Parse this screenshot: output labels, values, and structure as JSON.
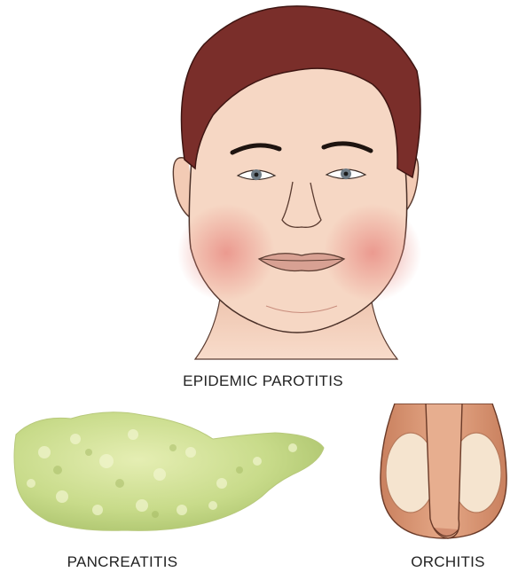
{
  "labels": {
    "parotitis": "EPIDEMIC PAROTITIS",
    "pancreatitis": "PANCREATITIS",
    "orchitis": "ORCHITIS"
  },
  "colors": {
    "background": "#ffffff",
    "skin": "#f6d7c4",
    "hair": "#7a2e2a",
    "swelling": "#e98f86",
    "pancreas": "#c8db8a",
    "orchitis_skin": "#d99a78"
  },
  "icons": {
    "face": "face-illustration",
    "pancreas": "pancreas-illustration",
    "orchitis": "testes-illustration"
  }
}
